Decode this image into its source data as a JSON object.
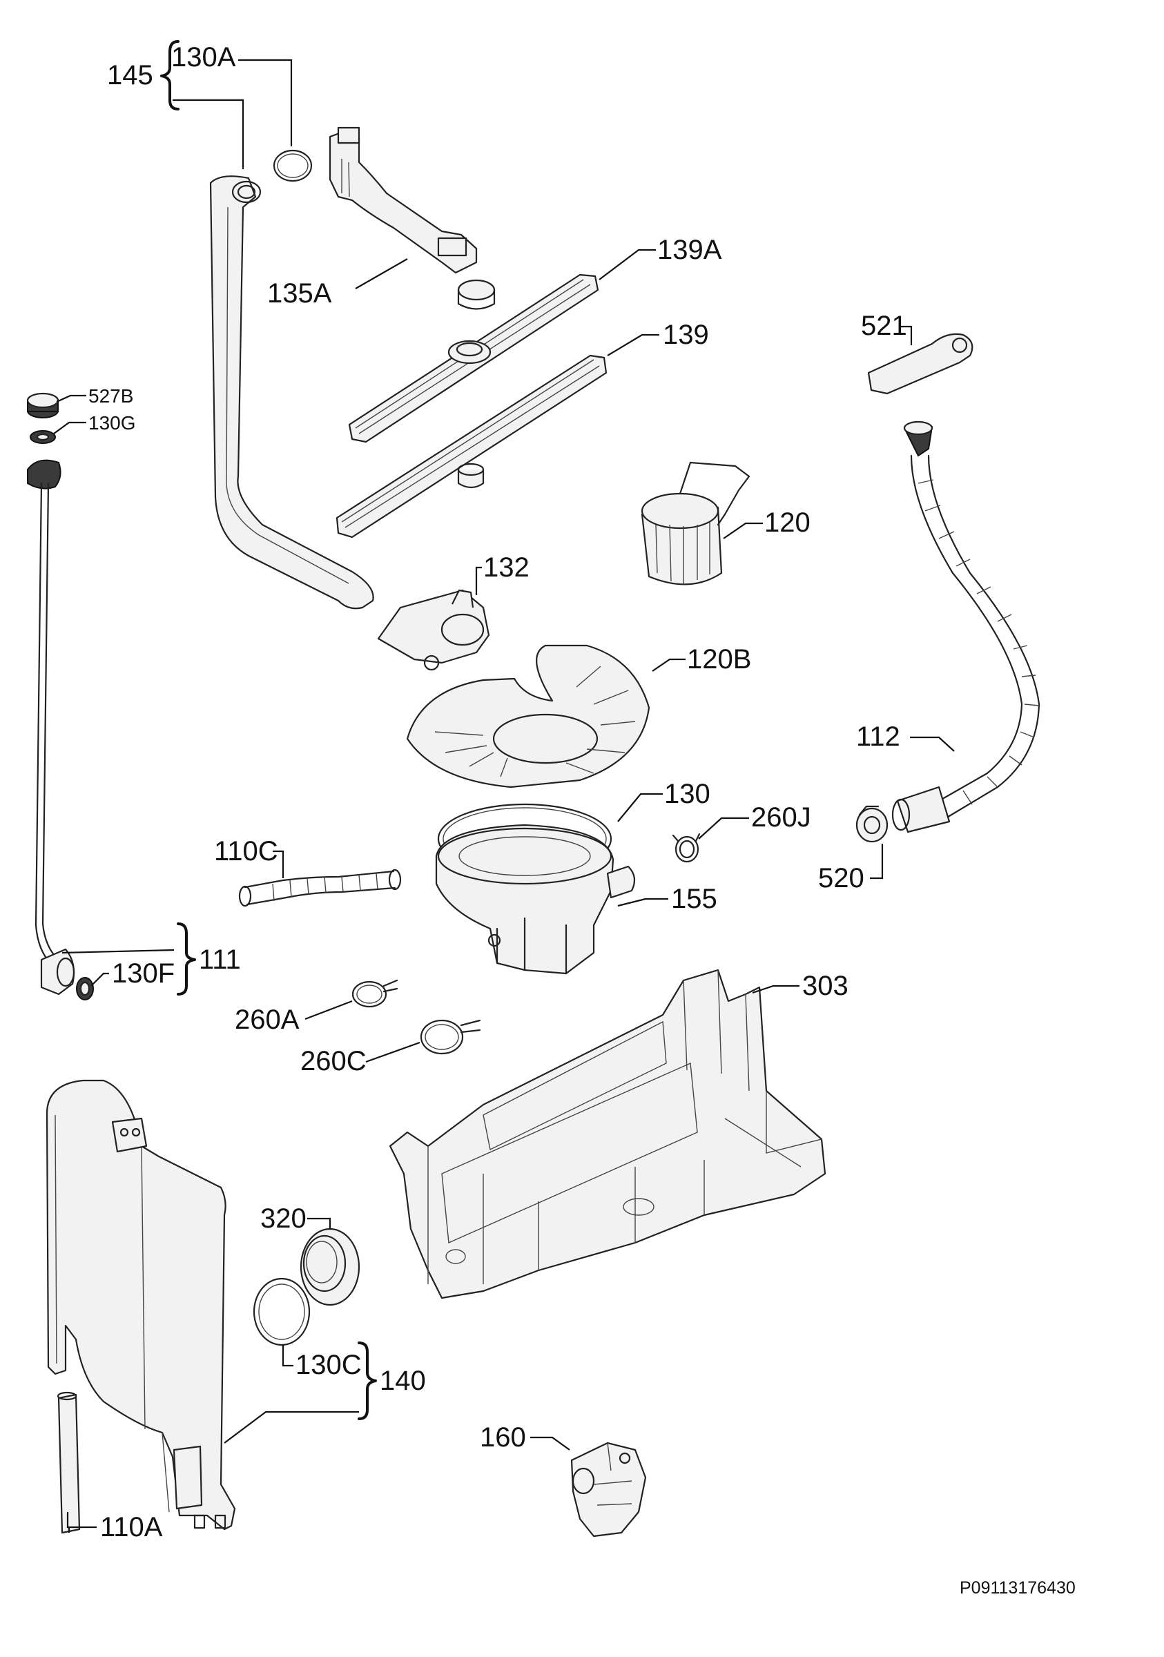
{
  "labels": {
    "l145": "145",
    "l130A": "130A",
    "l135A": "135A",
    "l139A": "139A",
    "l139": "139",
    "l521": "521",
    "l527B": "527B",
    "l130G": "130G",
    "l120": "120",
    "l132": "132",
    "l120B": "120B",
    "l112": "112",
    "l130": "130",
    "l260J": "260J",
    "l110C": "110C",
    "l155": "155",
    "l520": "520",
    "l111": "111",
    "l130F": "130F",
    "l303": "303",
    "l260A": "260A",
    "l260C": "260C",
    "l320": "320",
    "l130C": "130C",
    "l140": "140",
    "l160": "160",
    "l110A": "110A"
  },
  "drawing_code": "P09113176430"
}
